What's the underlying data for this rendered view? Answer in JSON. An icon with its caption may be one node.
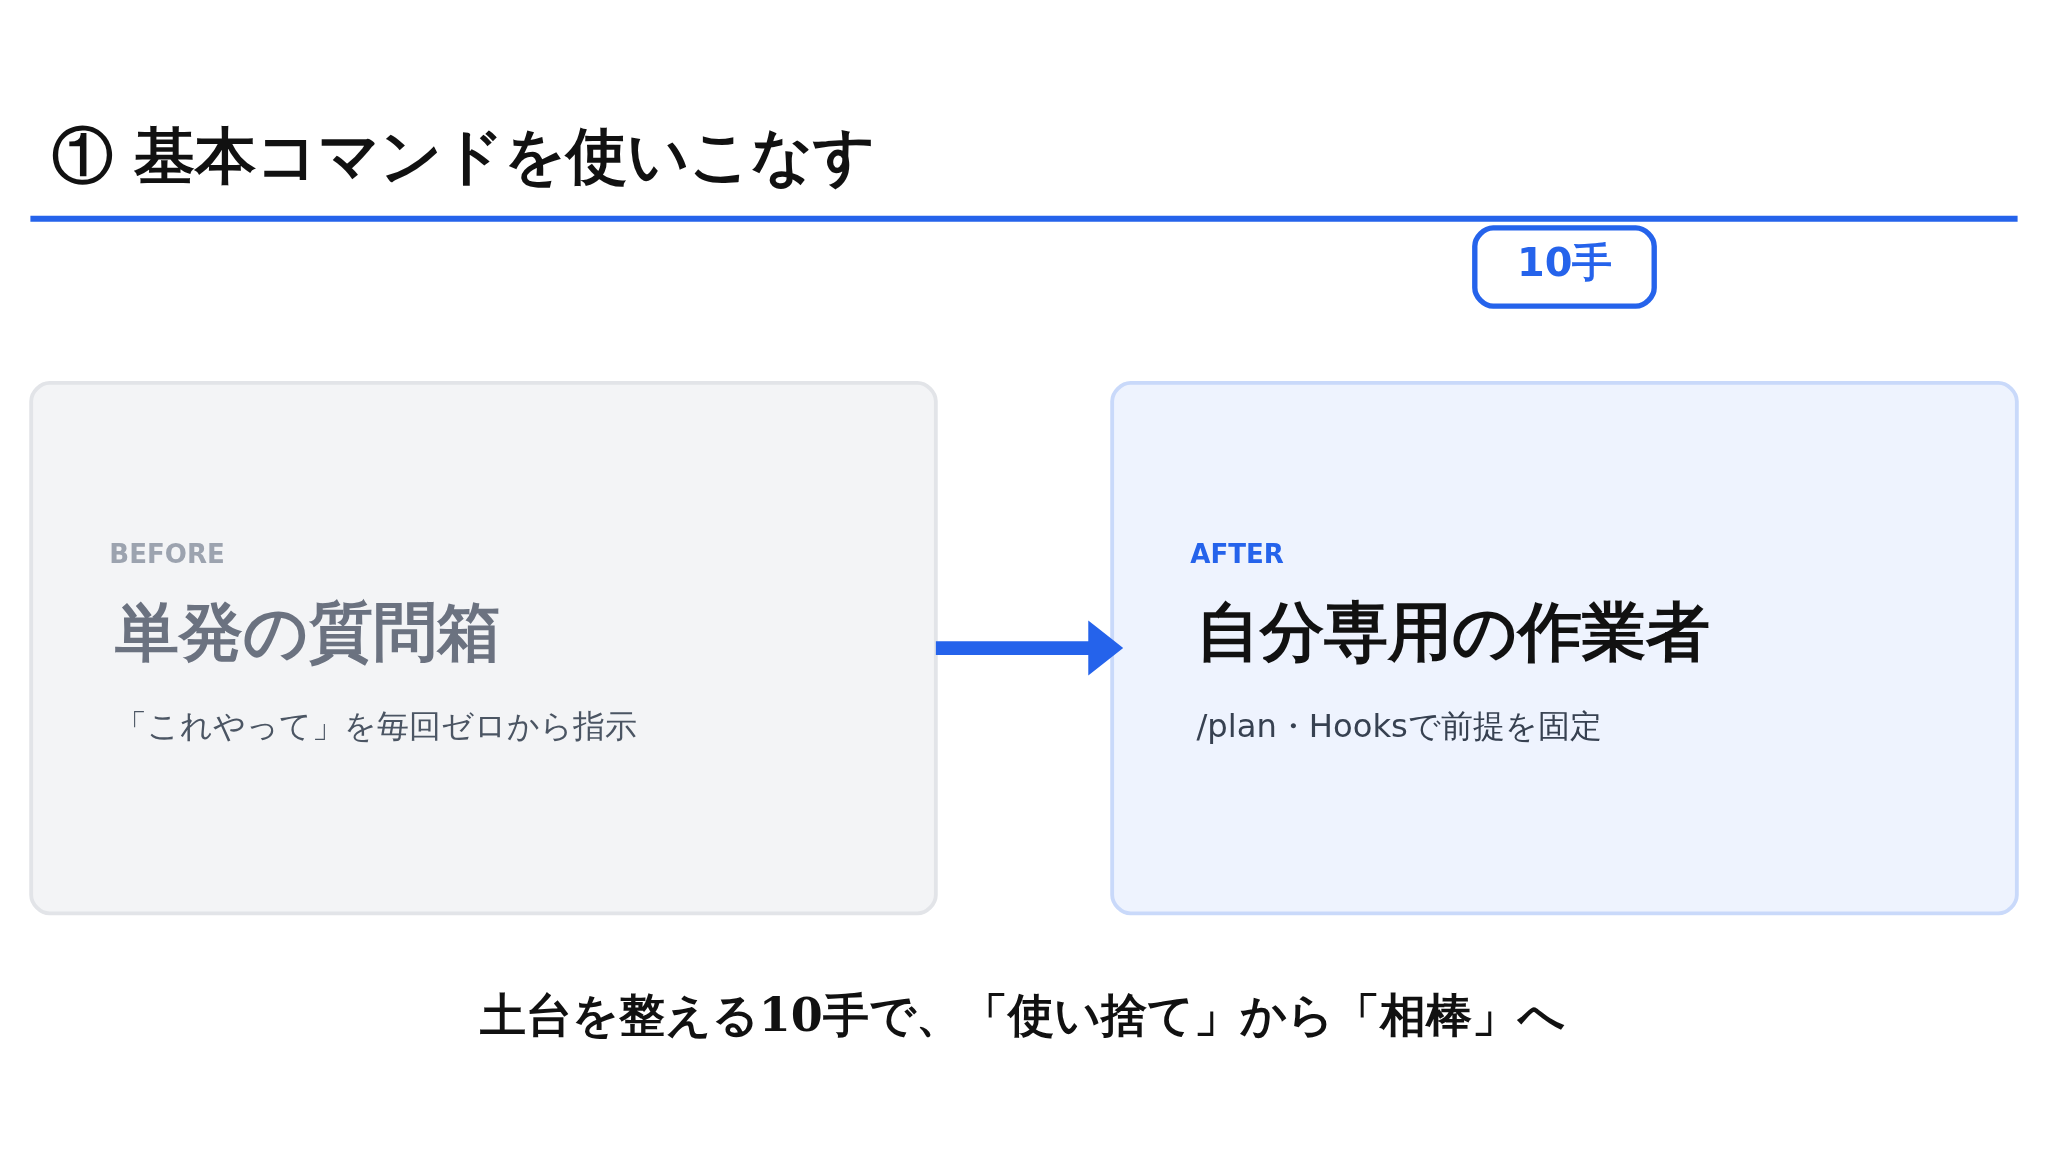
{
  "diagram": {
    "title": "① 基本コマンドを使いこなす",
    "caption": "土台を整える10手で、「使い捨て」から「相棒」へ",
    "nodes": [
      {
        "text": [
          "10手"
        ]
      },
      {
        "text": [
          "BEFORE",
          "単発の質問箱",
          "「これやって」を毎回ゼロから指示"
        ]
      },
      {
        "text": [
          "AFTER",
          "自分専用の作業者",
          "/plan・Hooksで前提を固定"
        ]
      }
    ],
    "edges": [
      {
        "from": 1,
        "to": 2,
        "arrow": "to",
        "color": "#2563eb"
      }
    ]
  }
}
